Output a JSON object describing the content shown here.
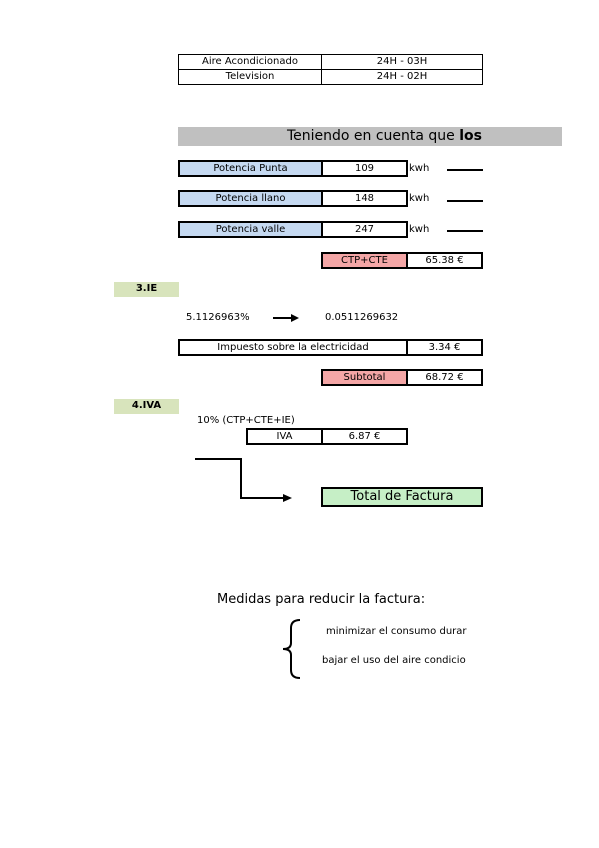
{
  "schedule_table": {
    "rows": [
      {
        "device": "Aire Acondicionado",
        "hours": "24H - 03H"
      },
      {
        "device": "Television",
        "hours": "24H - 02H"
      }
    ]
  },
  "banner": {
    "text_normal": "Teniendo en cuenta que ",
    "text_bold": "los"
  },
  "potencias": [
    {
      "label": "Potencia Punta",
      "value": "109",
      "unit": "kwh"
    },
    {
      "label": "Potencia llano",
      "value": "148",
      "unit": "kwh"
    },
    {
      "label": "Potencia valle",
      "value": "247",
      "unit": "kwh"
    }
  ],
  "ctp_cte": {
    "label": "CTP+CTE",
    "value": "65.38 €"
  },
  "section_ie": {
    "title": "3.IE",
    "percent": "5.1126963%",
    "factor": "0.0511269632"
  },
  "impuesto": {
    "label": "Impuesto sobre la electricidad",
    "value": "3.34 €"
  },
  "subtotal": {
    "label": "Subtotal",
    "value": "68.72 €"
  },
  "section_iva": {
    "title": "4.IVA",
    "formula": "10% (CTP+CTE+IE)",
    "label": "IVA",
    "value": "6.87 €"
  },
  "total": {
    "label": "Total de Factura"
  },
  "medidas": {
    "title": "Medidas para reducir la factura:",
    "items": [
      "minimizar el consumo durar",
      "bajar el uso del aire condicio"
    ]
  }
}
